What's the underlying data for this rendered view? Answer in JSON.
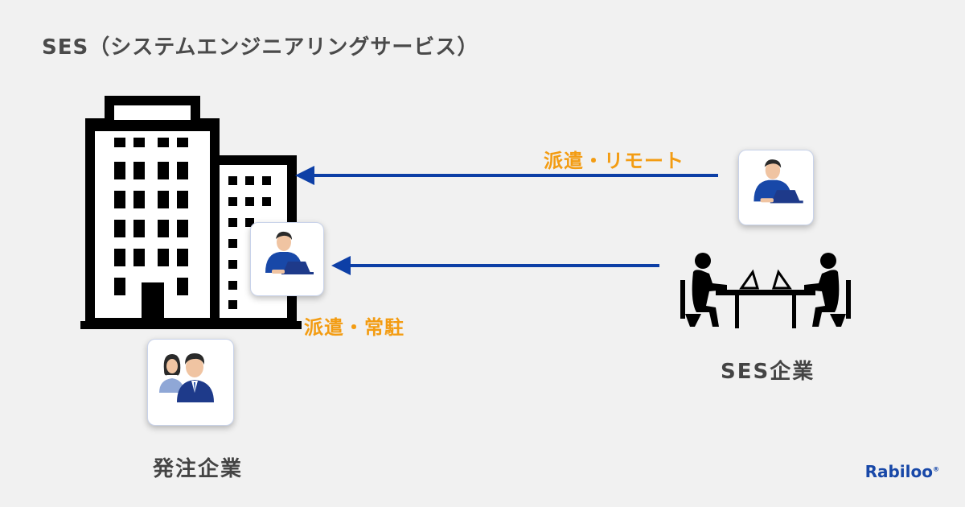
{
  "title": "SES（システムエンジニアリングサービス）",
  "labels": {
    "remote": "派遣・リモート",
    "onsite": "派遣・常駐",
    "client": "発注企業",
    "vendor": "SES企業"
  },
  "icons": {
    "client_building": "office-building-icon",
    "onsite_engineer": "engineer-laptop-icon",
    "remote_engineer": "engineer-laptop-icon",
    "client_people": "business-people-icon",
    "vendor_team": "meeting-table-icon"
  },
  "colors": {
    "arrow": "#0d3fa6",
    "accent": "#f39c12",
    "text": "#4a4a4a",
    "engineer_shirt": "#1848a8"
  },
  "brand": {
    "name": "Rabiloo"
  }
}
